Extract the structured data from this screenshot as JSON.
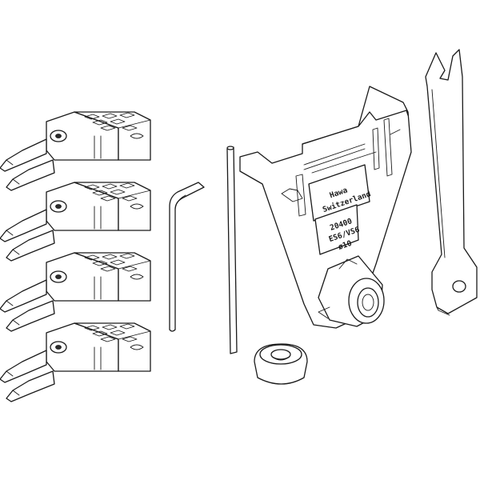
{
  "brand_plate": {
    "line1": "Hawa",
    "line2": "Switzerland"
  },
  "spec_plate": {
    "line1": "20400",
    "line2": "ES6/VS6",
    "line3": "ø10"
  },
  "colors": {
    "line": "#1a1a1a",
    "background": "#ffffff"
  }
}
